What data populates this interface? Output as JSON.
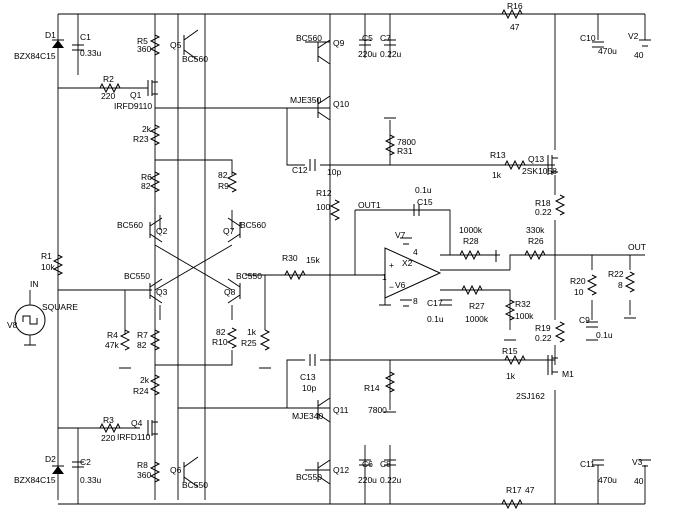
{
  "labels": {
    "D1": "D1",
    "BZX84C15_top": "BZX84C15",
    "C1": "C1",
    "C1v": "0.33u",
    "R2": "R2",
    "R2v": "220",
    "Q1": "Q1",
    "Q1p": "IRFD9110",
    "R5": "R5",
    "R5v": "360",
    "Q5": "Q5",
    "Q5p": "BC560",
    "Q9p": "BC560",
    "Q9": "Q9",
    "C5": "C5",
    "C5v": "220u",
    "C7": "C7",
    "C7v": "0.22u",
    "R16": "R16",
    "R16v": "47",
    "C10": "C10",
    "C10v": "470u",
    "V2": "V2",
    "V2v": "40",
    "MJE350": "MJE350",
    "Q10": "Q10",
    "R23v": "2k",
    "R23": "R23",
    "R31v": "7800",
    "R31": "R31",
    "R13": "R13",
    "R13v": "1k",
    "Q13": "Q13",
    "Q13p": "2SK1058",
    "R6": "R6",
    "R6v": "82",
    "R9v": "82",
    "R9": "R9",
    "C12": "C12",
    "C12v": "10p",
    "R12": "R12",
    "R12v": "100",
    "OUT1": "OUT1",
    "C15v": "0.1u",
    "C15": "C15",
    "R18": "R18",
    "R18v": "0.22",
    "BC560_q2": "BC560",
    "Q2": "Q2",
    "Q7": "Q7",
    "BC560_q7": "BC560",
    "V7": "V7",
    "R28v": "1000k",
    "R28": "R28",
    "R26v": "330k",
    "R26": "R26",
    "OUT": "OUT",
    "R1": "R1",
    "R1v": "10k",
    "R30": "R30",
    "R30v": "15k",
    "X2": "X2",
    "pin4": "4",
    "pin1": "1",
    "pin8": "8",
    "R20": "R20",
    "R20v": "10",
    "R22": "R22",
    "R22v": "8",
    "IN": "IN",
    "SQUARE": "SQUARE",
    "BC550_q3": "BC550",
    "Q3": "Q3",
    "BC550_q8": "BC550",
    "Q8": "Q8",
    "V6": "V6",
    "C17": "C17",
    "C17v": "0.1u",
    "R27": "R27",
    "R27v": "1000k",
    "R32": "R32",
    "R32v": "100k",
    "C9": "C9",
    "C9v": "0.1u",
    "V8": "V8",
    "R4": "R4",
    "R4v": "47k",
    "R7": "R7",
    "R7v": "82",
    "R10v": "82",
    "R10": "R10",
    "R25v": "1k",
    "R25": "R25",
    "R19": "R19",
    "R19v": "0.22",
    "C13": "C13",
    "C13v": "10p",
    "R14": "R14",
    "R14v": "7800",
    "R15": "R15",
    "R15v": "1k",
    "M1": "M1",
    "M1p": "2SJ162",
    "R24v": "2k",
    "R24": "R24",
    "R3": "R3",
    "R3v": "220",
    "Q4": "Q4",
    "Q4p": "IRFD110",
    "MJE340": "MJE340",
    "Q11": "Q11",
    "D2": "D2",
    "BZX84C15_bot": "BZX84C15",
    "C2": "C2",
    "C2v": "0.33u",
    "R8": "R8",
    "R8v": "360",
    "Q6": "Q6",
    "Q6p": "BC550",
    "Q12p": "BC550",
    "Q12": "Q12",
    "C6": "C6",
    "C6v": "220u",
    "C8": "C8",
    "C8v": "0.22u",
    "R17": "R17",
    "R17v": "47",
    "C11": "C11",
    "C11v": "470u",
    "V3": "V3",
    "V3v": "40"
  }
}
